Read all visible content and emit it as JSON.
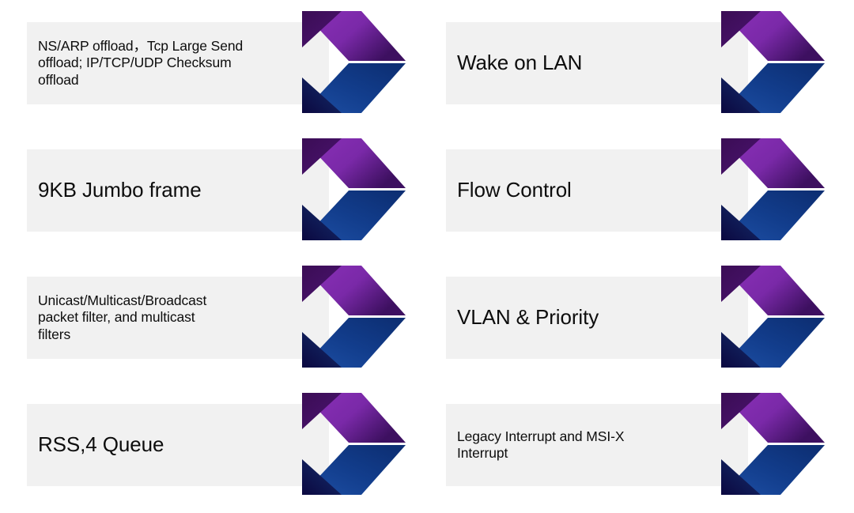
{
  "diagram": {
    "title": "Network controller feature chevrons",
    "type": "chevron-callout-grid",
    "columns": 2,
    "rows": 4,
    "palette": {
      "plate_background": "#f1f1f1",
      "text_color": "#0d0d0d",
      "chevron_purple_light": "#8b30b8",
      "chevron_purple_mid": "#7a29a8",
      "chevron_purple_dark": "#3d1060",
      "chevron_purple_shadow": "#3b0d55",
      "chevron_blue_light": "#1b4a9c",
      "chevron_blue_mid": "#123d8c",
      "chevron_blue_dark": "#0d2f74",
      "chevron_blue_shadow": "#0d0a4a",
      "page_background": "#ffffff"
    },
    "items": [
      {
        "id": "ns-arp-offload",
        "name": "offload-features",
        "label": "NS/ARP offload，Tcp Large Send\noffload; IP/TCP/UDP Checksum\noffload",
        "size": "sm",
        "column": "left",
        "row": 1
      },
      {
        "id": "wake-on-lan",
        "name": "wake-on-lan",
        "label": "Wake on LAN",
        "size": "lg",
        "column": "right",
        "row": 1
      },
      {
        "id": "jumbo-frame",
        "name": "jumbo-frame",
        "label": "9KB Jumbo frame",
        "size": "lg",
        "column": "left",
        "row": 2
      },
      {
        "id": "flow-control",
        "name": "flow-control",
        "label": "Flow Control",
        "size": "lg",
        "column": "right",
        "row": 2
      },
      {
        "id": "packet-filters",
        "name": "packet-filters",
        "label": "Unicast/Multicast/Broadcast\npacket filter, and multicast\nfilters",
        "size": "sm",
        "column": "left",
        "row": 3
      },
      {
        "id": "vlan-priority",
        "name": "vlan-priority",
        "label": "VLAN & Priority",
        "size": "lg",
        "column": "right",
        "row": 3
      },
      {
        "id": "rss-queue",
        "name": "rss-queue",
        "label": "RSS,4 Queue",
        "size": "lg",
        "column": "left",
        "row": 4
      },
      {
        "id": "interrupts",
        "name": "interrupts",
        "label": "Legacy Interrupt and MSI-X\nInterrupt",
        "size": "sm",
        "column": "right",
        "row": 4
      }
    ]
  }
}
